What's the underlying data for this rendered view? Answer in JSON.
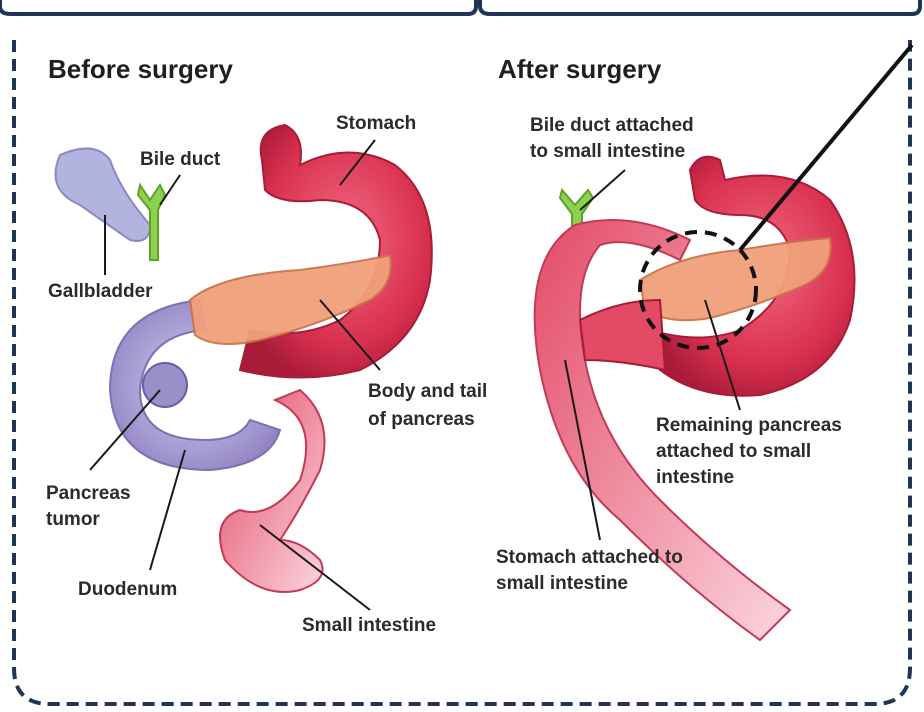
{
  "panels": {
    "before": {
      "title": "Before surgery",
      "labels": {
        "stomach": "Stomach",
        "bile_duct": "Bile duct",
        "gallbladder": "Gallbladder",
        "body_tail_1": "Body and tail",
        "body_tail_2": "of pancreas",
        "tumor_1": "Pancreas",
        "tumor_2": "tumor",
        "duodenum": "Duodenum",
        "small_intestine": "Small intestine"
      }
    },
    "after": {
      "title": "After surgery",
      "labels": {
        "bile_1": "Bile duct attached",
        "bile_2": "to small intestine",
        "remaining_1": "Remaining pancreas",
        "remaining_2": "attached to small",
        "remaining_3": "intestine",
        "stomach_1": "Stomach attached to",
        "stomach_2": "small intestine"
      }
    }
  },
  "colors": {
    "frame": "#1f3556",
    "stomach": "#d8304f",
    "pancreas": "#f0a07a",
    "duodenum": "#a89bd3",
    "gallbladder": "#b3b3e0",
    "bile": "#8fd14f"
  }
}
